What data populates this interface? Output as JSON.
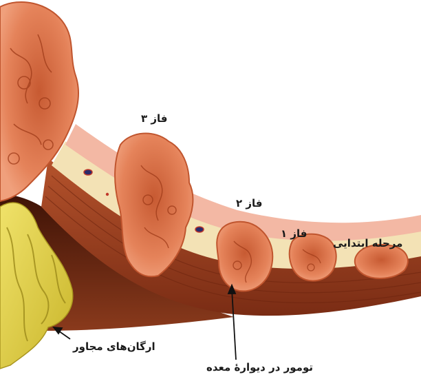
{
  "labels": {
    "initial_stage": "مرحله ابتدایی",
    "phase_1": "فاز ۱",
    "phase_2": "فاز ۲",
    "phase_3": "فاز ۳",
    "stomach_wall_tumor": "تومور در دیوارهٔ معده",
    "adjacent_organs": "ارگان‌های مجاور"
  },
  "colors": {
    "background": "#ffffff",
    "mucosa": "#f3b8a4",
    "muscle": "#9a3f22",
    "submucosa": "#f3e2b5",
    "tumor": "#e07850",
    "tumor_dark": "#b8461f",
    "organ": "#e6d84a",
    "cavity": "#5a1f0c",
    "label_text": "#1a1a1a"
  }
}
